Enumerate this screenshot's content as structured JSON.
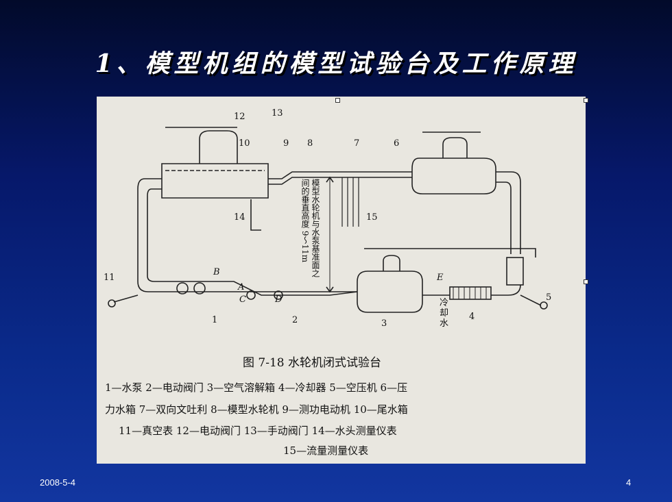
{
  "slide": {
    "title": "1、模型机组的模型试验台及工作原理",
    "date": "2008-5-4",
    "page_number": "4"
  },
  "figure": {
    "caption_title": "图 7-18   水轮机闭式试验台",
    "legend_line_1": "1—水泵  2—电动阀门  3—空气溶解箱  4—冷却器  5—空压机  6—压",
    "legend_line_2": "力水箱  7—双向文吐利  8—模型水轮机  9—测功电动机  10—尾水箱",
    "legend_line_3": "11—真空表  12—电动阀门  13—手动阀门  14—水头测量仪表",
    "legend_line_4": "15—流量测量仪表",
    "vertical_label": "模型水轮机与水泵基准面之间的垂直高度 9～11m",
    "cooling_label": "冷却水",
    "component_labels": [
      "1",
      "2",
      "3",
      "4",
      "5",
      "6",
      "7",
      "8",
      "9",
      "10",
      "11",
      "12",
      "13",
      "14",
      "15"
    ],
    "valve_labels": [
      "B",
      "A",
      "C",
      "D",
      "E"
    ]
  }
}
